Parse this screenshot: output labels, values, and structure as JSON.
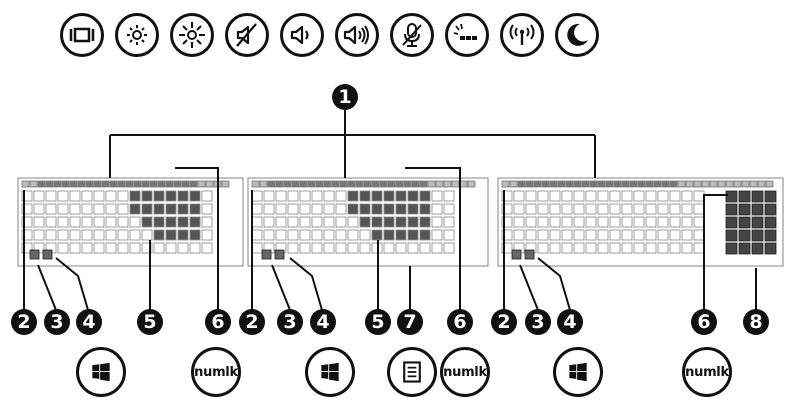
{
  "diagram": {
    "top_icons": [
      {
        "name": "screen-switch-icon"
      },
      {
        "name": "brightness-down-icon"
      },
      {
        "name": "brightness-up-icon"
      },
      {
        "name": "mute-icon"
      },
      {
        "name": "volume-down-icon"
      },
      {
        "name": "volume-up-icon"
      },
      {
        "name": "microphone-mute-icon"
      },
      {
        "name": "keyboard-backlight-icon"
      },
      {
        "name": "wireless-icon"
      },
      {
        "name": "sleep-icon"
      }
    ],
    "callouts": {
      "top": "1",
      "kb1": [
        "2",
        "3",
        "4",
        "5",
        "6"
      ],
      "kb2": [
        "2",
        "3",
        "4",
        "5",
        "7",
        "6"
      ],
      "kb3": [
        "2",
        "3",
        "4",
        "6",
        "8"
      ]
    },
    "bottom_labels": {
      "numlk1": "numlk",
      "numlk2": "numlk",
      "numlk3": "numlk"
    }
  }
}
